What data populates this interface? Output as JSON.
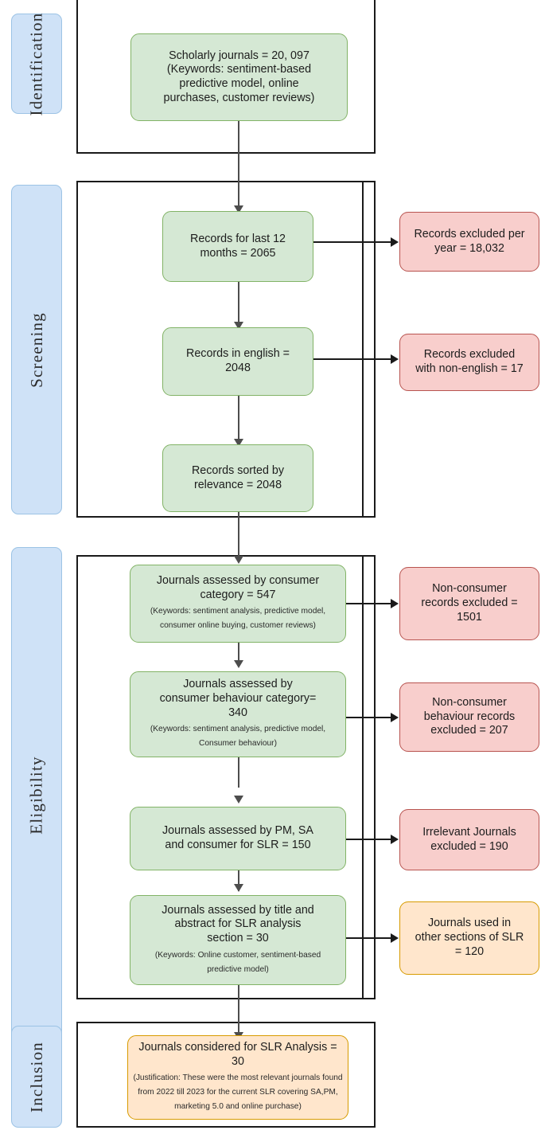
{
  "diagram": {
    "type": "prisma-flow-diagram",
    "colors": {
      "phase_tab_fill": "#cfe2f7",
      "phase_tab_border": "#9cc3e5",
      "included_fill": "#d5e8d4",
      "included_border": "#82b366",
      "excluded_fill": "#f8cecc",
      "excluded_border": "#b85450",
      "other_fill": "#ffe6cc",
      "other_border": "#d79b00",
      "frame_border": "#1a1a1a",
      "connector": "#4d4d4d"
    }
  },
  "phases": [
    {
      "id": "identification",
      "label": "Identification"
    },
    {
      "id": "screening",
      "label": "Screening"
    },
    {
      "id": "eligibility",
      "label": "Eligibility"
    },
    {
      "id": "inclusion",
      "label": "Inclusion"
    }
  ],
  "nodes": {
    "identification": {
      "scholarly_journals": {
        "main": "Scholarly journals = 20, 097\n(Keywords: sentiment-based\npredictive model, online\npurchases, customer reviews)",
        "sub": ""
      }
    },
    "screening": {
      "records_last_12_months": {
        "main": "Records for last 12\nmonths = 2065",
        "sub": ""
      },
      "records_excluded_per_year": {
        "main": "Records excluded per\nyear = 18,032",
        "sub": ""
      },
      "records_in_english": {
        "main": "Records in english =\n2048",
        "sub": ""
      },
      "records_excluded_non_english": {
        "main": "Records excluded\nwith non-english = 17",
        "sub": ""
      },
      "records_sorted_by_relevance": {
        "main": "Records sorted by\nrelevance = 2048",
        "sub": ""
      }
    },
    "eligibility": {
      "consumer_category": {
        "main": "Journals assessed by consumer\ncategory = 547",
        "sub": "(Keywords: sentiment analysis, predictive model,\nconsumer online buying, customer reviews)"
      },
      "non_consumer_excluded": {
        "main": "Non-consumer\nrecords excluded =\n1501",
        "sub": ""
      },
      "consumer_behaviour_category": {
        "main": "Journals assessed by\nconsumer behaviour category=\n340",
        "sub": "(Keywords: sentiment analysis, predictive model,\nConsumer behaviour)"
      },
      "non_consumer_behaviour_excluded": {
        "main": "Non-consumer\nbehaviour records\nexcluded = 207",
        "sub": ""
      },
      "pm_sa_consumer_slr": {
        "main": "Journals assessed by PM, SA\nand consumer for SLR = 150",
        "sub": ""
      },
      "irrelevant_excluded": {
        "main": "Irrelevant Journals\nexcluded = 190",
        "sub": ""
      },
      "title_abstract_slr": {
        "main": "Journals assessed by title and\nabstract for SLR analysis\nsection = 30",
        "sub": "(Keywords: Online customer, sentiment-based\npredictive model)"
      },
      "used_other_sections": {
        "main": "Journals used in\nother sections of SLR\n= 120",
        "sub": ""
      }
    },
    "inclusion": {
      "journals_considered_slr": {
        "main": "Journals considered for SLR Analysis =\n30",
        "sub": "(Justification: These were the most relevant journals found\nfrom 2022 till 2023 for the current SLR covering SA,PM,\nmarketing 5.0 and online purchase)"
      }
    }
  }
}
